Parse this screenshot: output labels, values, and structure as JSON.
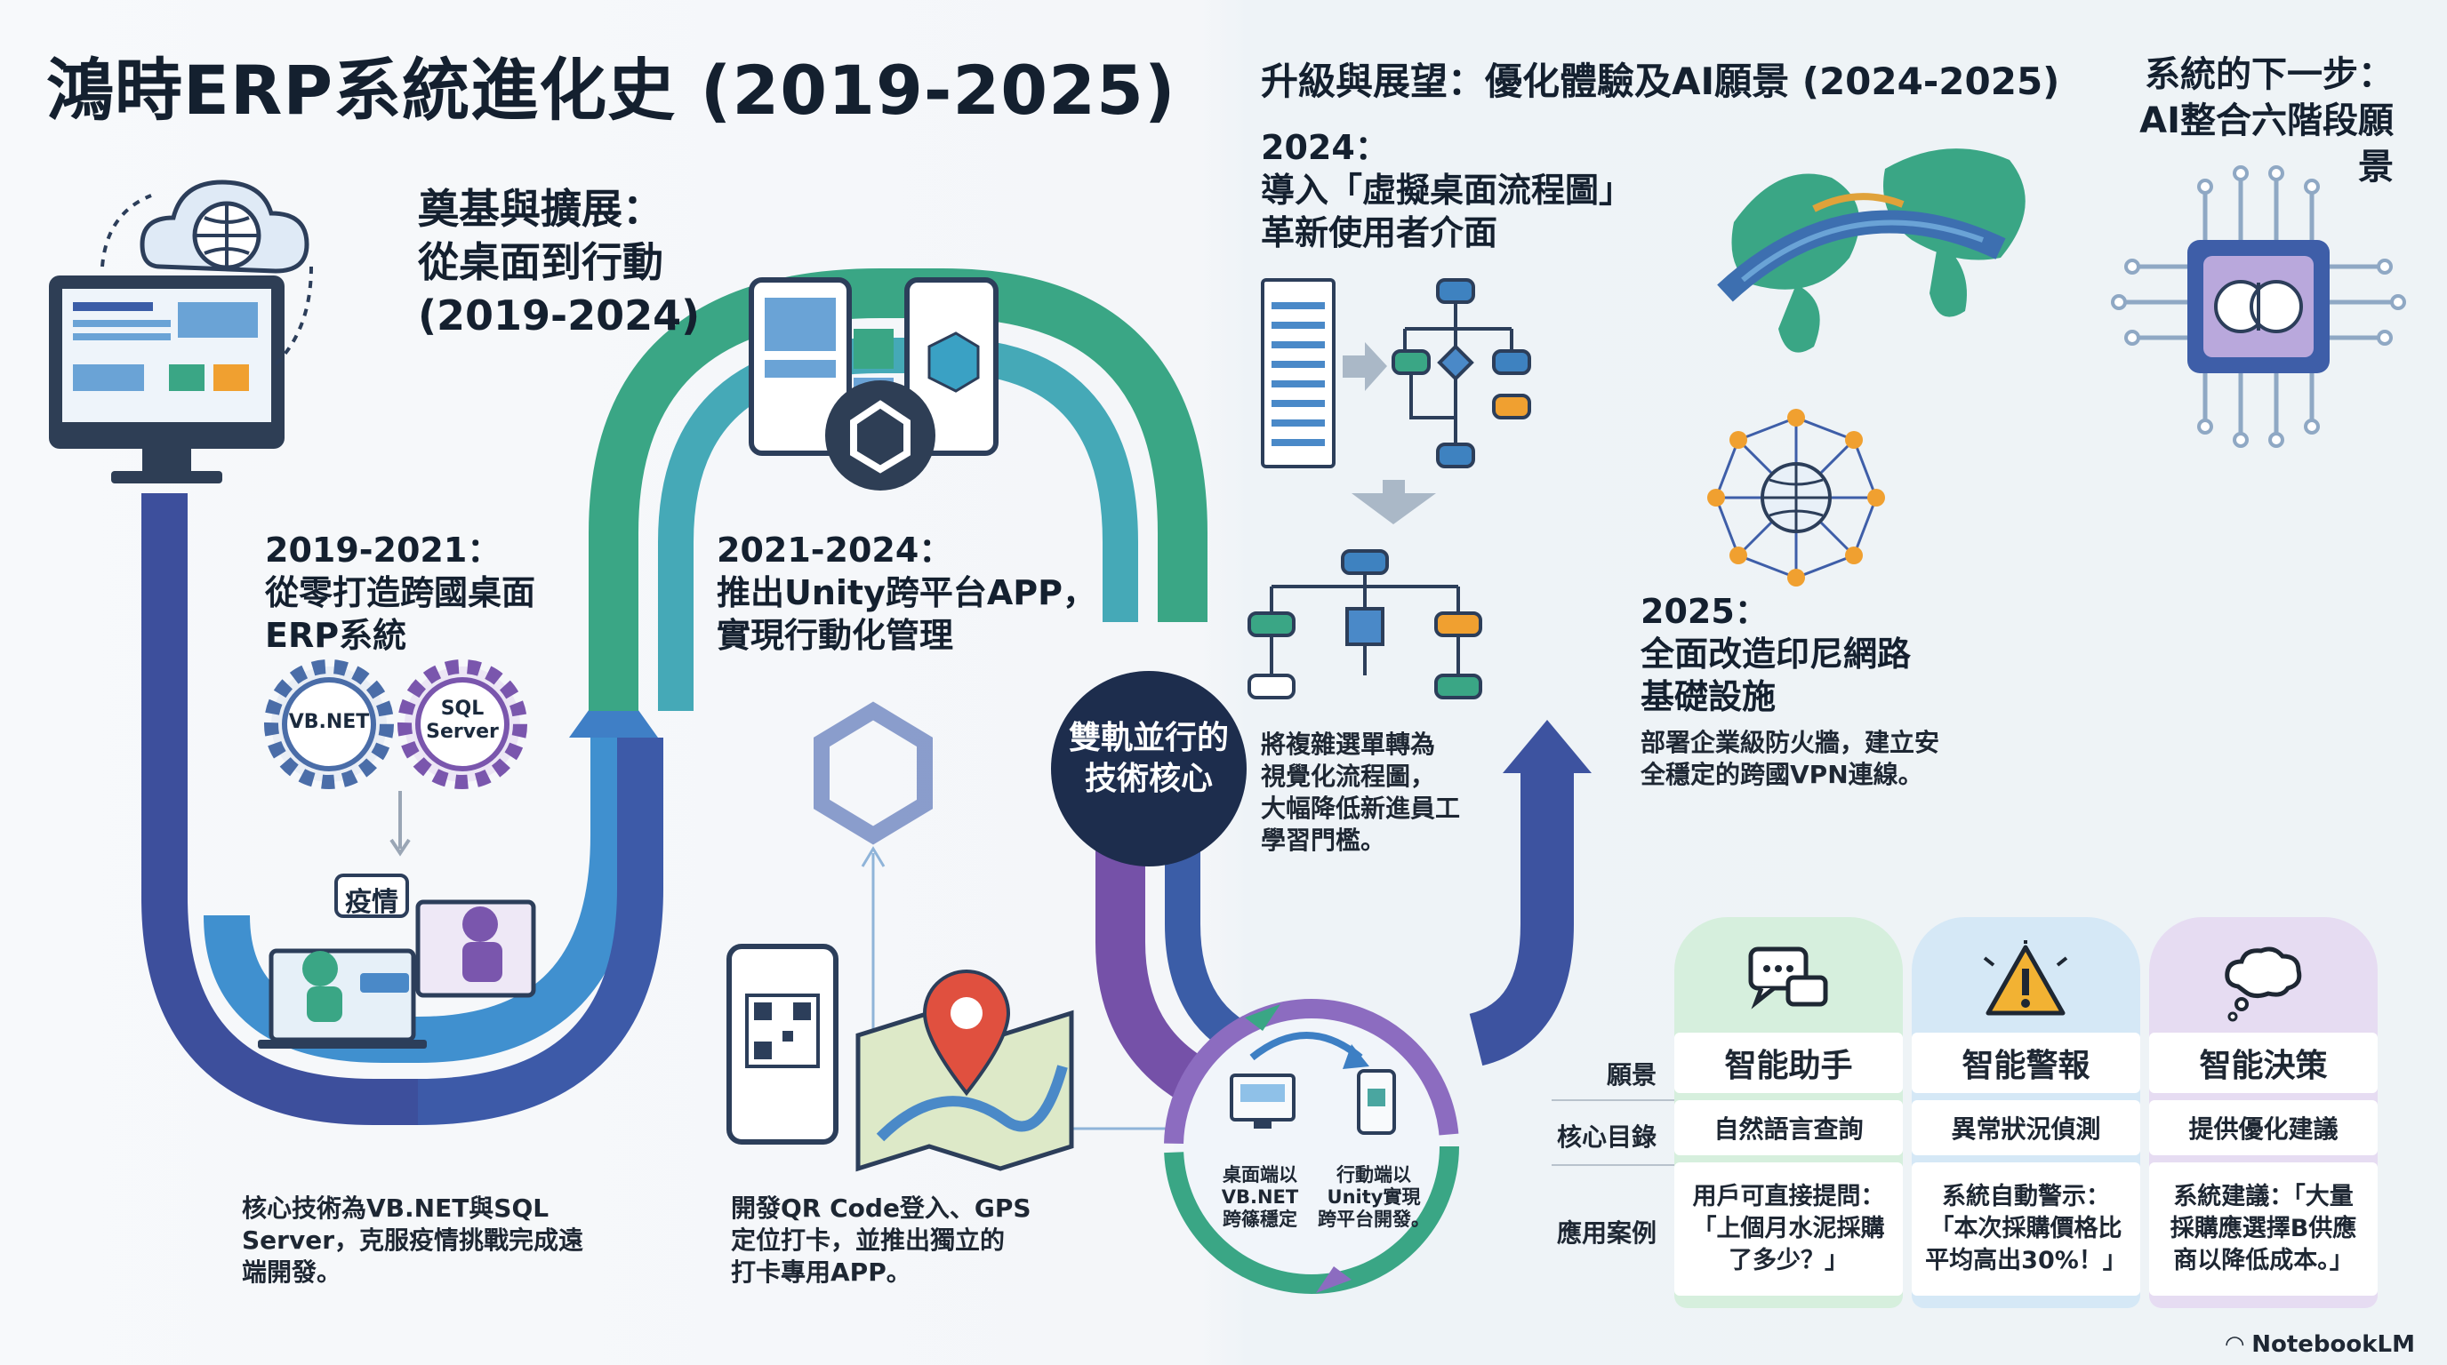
{
  "header": {
    "title": "鴻時ERP系統進化史 (2019-2025)",
    "right_title": "升級與展望：優化體驗及AI願景 (2024-2025)",
    "next_step": "系統的下一步：\nAI整合六階段願景"
  },
  "phase1": {
    "heading": "奠基與擴展：\n從桌面到行動\n(2019-2024)"
  },
  "m2019": {
    "title": "2019-2021：\n從零打造跨國桌面\nERP系統",
    "gear1": "VB.NET",
    "gear2": "SQL\nServer",
    "bubble": "疫情",
    "desc": "核心技術為VB.NET與SQL\nServer，克服疫情挑戰完成遠\n端開發。"
  },
  "m2021": {
    "title": "2021-2024：\n推出Unity跨平台APP，\n實現行動化管理",
    "desc": "開發QR Code登入、GPS\n定位打卡，並推出獨立的\n打卡專用APP。"
  },
  "core": {
    "label": "雙軌並行的\n技術核心",
    "desktop": "桌面端以\nVB.NET\n跨篠穩定",
    "mobile": "行動端以\nUnity實現\n跨平台開發。"
  },
  "m2024": {
    "title": "2024：\n導入「虛擬桌面流程圖」\n革新使用者介面",
    "desc": "將複雜選單轉為\n視覺化流程圖，\n大幅降低新進員工\n學習門檻。"
  },
  "m2025": {
    "title": "2025：\n全面改造印尼網路\n基礎設施",
    "desc": "部署企業級防火牆，建立安\n全穩定的跨國VPN連線。"
  },
  "ai_table": {
    "row_labels": [
      "願景",
      "核心目錄",
      "應用案例"
    ],
    "cards": [
      {
        "name": "智能助手",
        "goal": "自然語言查詢",
        "case": "用戶可直接提問：\n「上個月水泥採購\n了多少？」",
        "color": "#d6efdd",
        "accent": "#3a9f77",
        "icon": "chat-icon"
      },
      {
        "name": "智能警報",
        "goal": "異常狀況偵測",
        "case": "系統自動警示：\n「本次採購價格比\n平均高出30%！」",
        "color": "#d5e8f6",
        "accent": "#3e82c0",
        "icon": "warning-icon"
      },
      {
        "name": "智能決策",
        "goal": "提供優化建議",
        "case": "系統建議：「大量\n採購應選擇B供應\n商以降低成本。」",
        "color": "#e6dcf2",
        "accent": "#7c5aa8",
        "icon": "thought-icon"
      }
    ]
  },
  "colors": {
    "navy": "#3d53a0",
    "teal": "#3aa685",
    "purple": "#7c55b0",
    "blue": "#4a89c8",
    "dark": "#1b2a44"
  },
  "brand": "NotebookLM"
}
